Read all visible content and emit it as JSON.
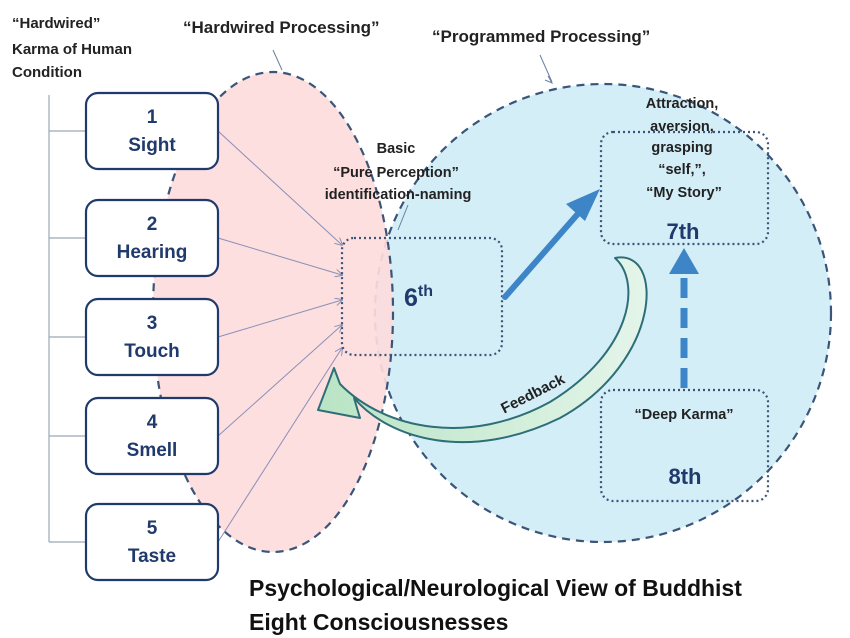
{
  "labels": {
    "hardwired_karma": [
      "“Hardwired”",
      "Karma  of Human",
      "Condition"
    ],
    "hardwired_processing": "“Hardwired Processing”",
    "programmed_processing": "“Programmed Processing”",
    "basic_perception": [
      "Basic",
      "“Pure Perception”",
      "identification-naming"
    ],
    "seventh_desc": [
      "Attraction,",
      "aversion,",
      "grasping",
      "“self,”,",
      "“My Story”"
    ],
    "feedback": "Feedback",
    "deep_karma": "“Deep Karma”"
  },
  "senses": [
    {
      "number": "1",
      "name": "Sight"
    },
    {
      "number": "2",
      "name": "Hearing"
    },
    {
      "number": "3",
      "name": "Touch"
    },
    {
      "number": "4",
      "name": "Smell"
    },
    {
      "number": "5",
      "name": "Taste"
    }
  ],
  "nodes": {
    "sixth": {
      "base": "6",
      "sup": "th"
    },
    "seventh": "7th",
    "eighth": "8th"
  },
  "title": [
    "Psychological/Neurological View of Buddhist",
    "Eight Consciousnesses"
  ],
  "colors": {
    "hardwired_fill": "#FDDCDC",
    "programmed_fill": "#D4EEF8",
    "dashed_outline": "#3A5578",
    "box_border": "#1F3A6B",
    "arrow_blue": "#3D85C6",
    "feedback_green": "#C6E8D0"
  }
}
